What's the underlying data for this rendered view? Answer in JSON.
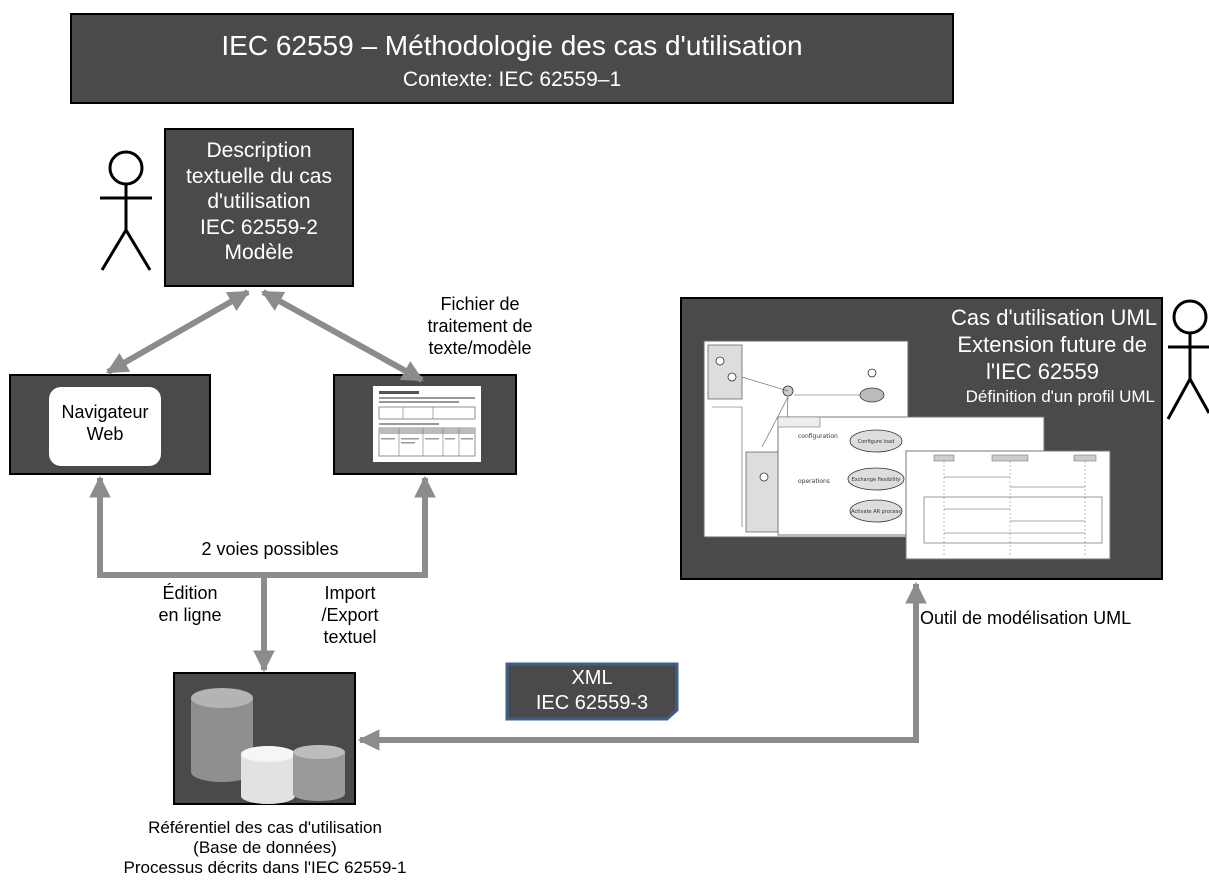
{
  "title": {
    "main": "IEC 62559 – Méthodologie des cas d'utilisation",
    "sub": "Contexte: IEC 62559–1"
  },
  "template_box": {
    "lines": "Description\ntextuelle du cas\nd'utilisation\nIEC 62559-2\nModèle"
  },
  "browser_box": {
    "label": "Navigateur\nWeb"
  },
  "word_file": {
    "caption": "Fichier de\ntraitement de\ntexte/modèle"
  },
  "uml_box": {
    "line1": "Cas d'utilisation UML",
    "line2": "Extension future de",
    "line3": "l'IEC 62559",
    "line4": "Définition d'un profil UML",
    "mini_labels": {
      "configuration": "configuration",
      "operations": "operations",
      "oval1": "Configure load",
      "oval2": "Exchange flexibility",
      "oval3": "Activate AR process"
    }
  },
  "labels": {
    "two_paths": "2 voies possibles",
    "online_edit": "Édition\nen ligne",
    "import_export": "Import\n/Export\ntextuel",
    "uml_tool": "Outil de modélisation UML"
  },
  "xml_badge": {
    "line1": "XML",
    "line2": "IEC 62559-3"
  },
  "repository": {
    "caption": "Référentiel des cas d'utilisation\n(Base de données)\nProcessus décrits dans l'IEC 62559-1"
  },
  "colors": {
    "box_fill": "#4a4a4a",
    "arrow": "#8c8c8c",
    "xml_badge": "#3f5f8a"
  }
}
